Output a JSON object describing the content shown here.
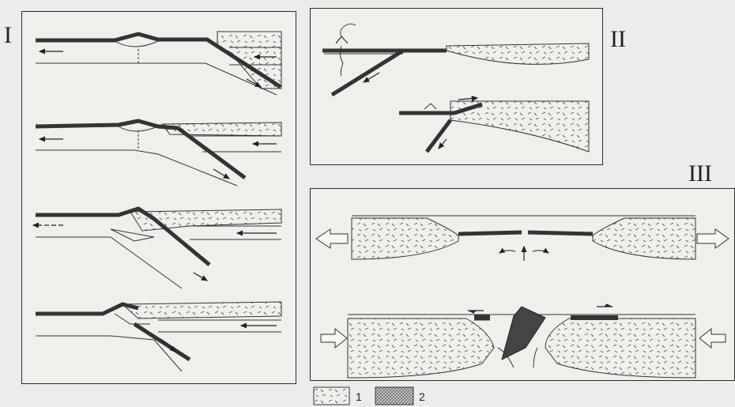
{
  "panels": {
    "I": {
      "label": "I"
    },
    "II": {
      "label": "II"
    },
    "III": {
      "label": "III"
    }
  },
  "legend": {
    "item1": {
      "label": "1",
      "meaning": ""
    },
    "item2": {
      "label": "2",
      "meaning": ""
    }
  },
  "colors": {
    "background": "#ececea",
    "ink": "#2a2a2a",
    "slab": "#3a3a3a",
    "continent_fill": "#efefec"
  }
}
